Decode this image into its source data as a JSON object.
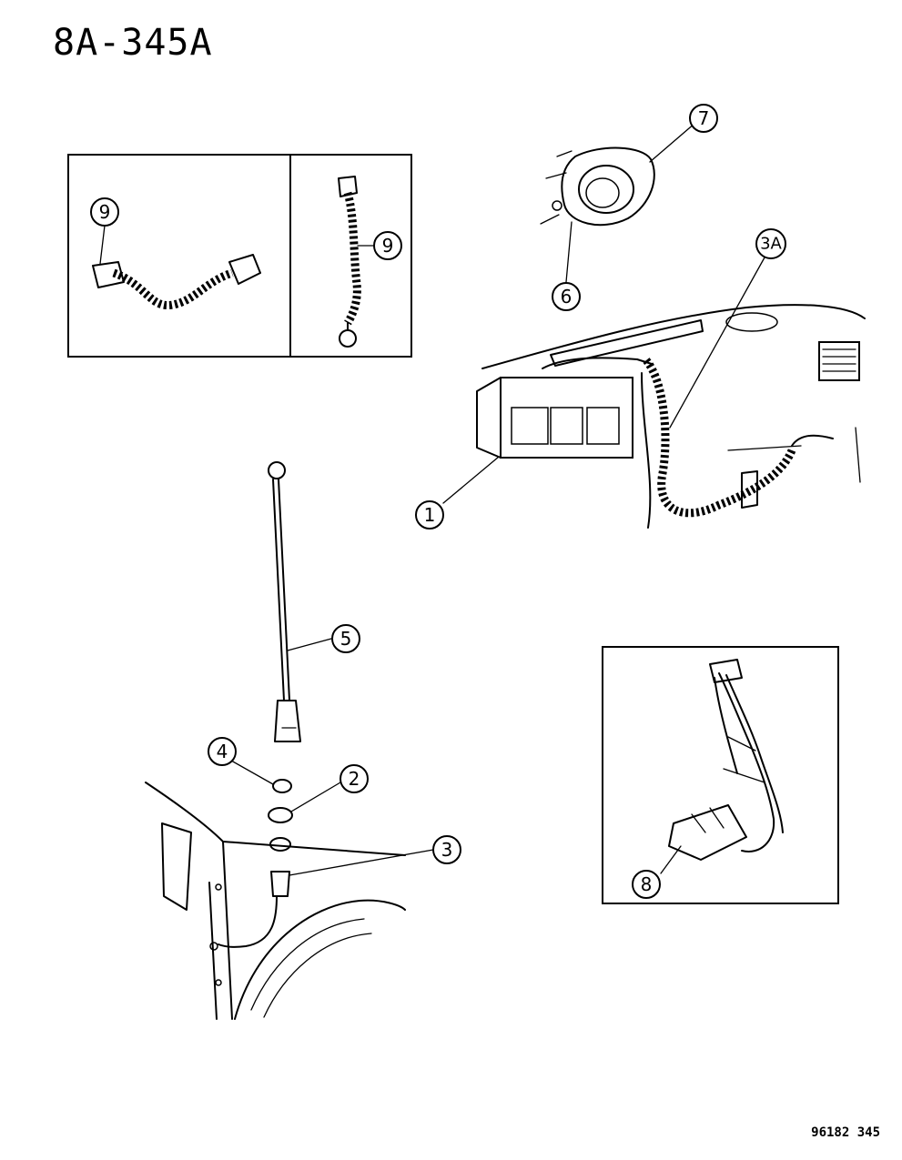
{
  "page_code": "8A-345A",
  "figure_code": "96182  345",
  "callouts": [
    "1",
    "2",
    "3",
    "3A",
    "4",
    "5",
    "6",
    "7",
    "8",
    "9"
  ]
}
